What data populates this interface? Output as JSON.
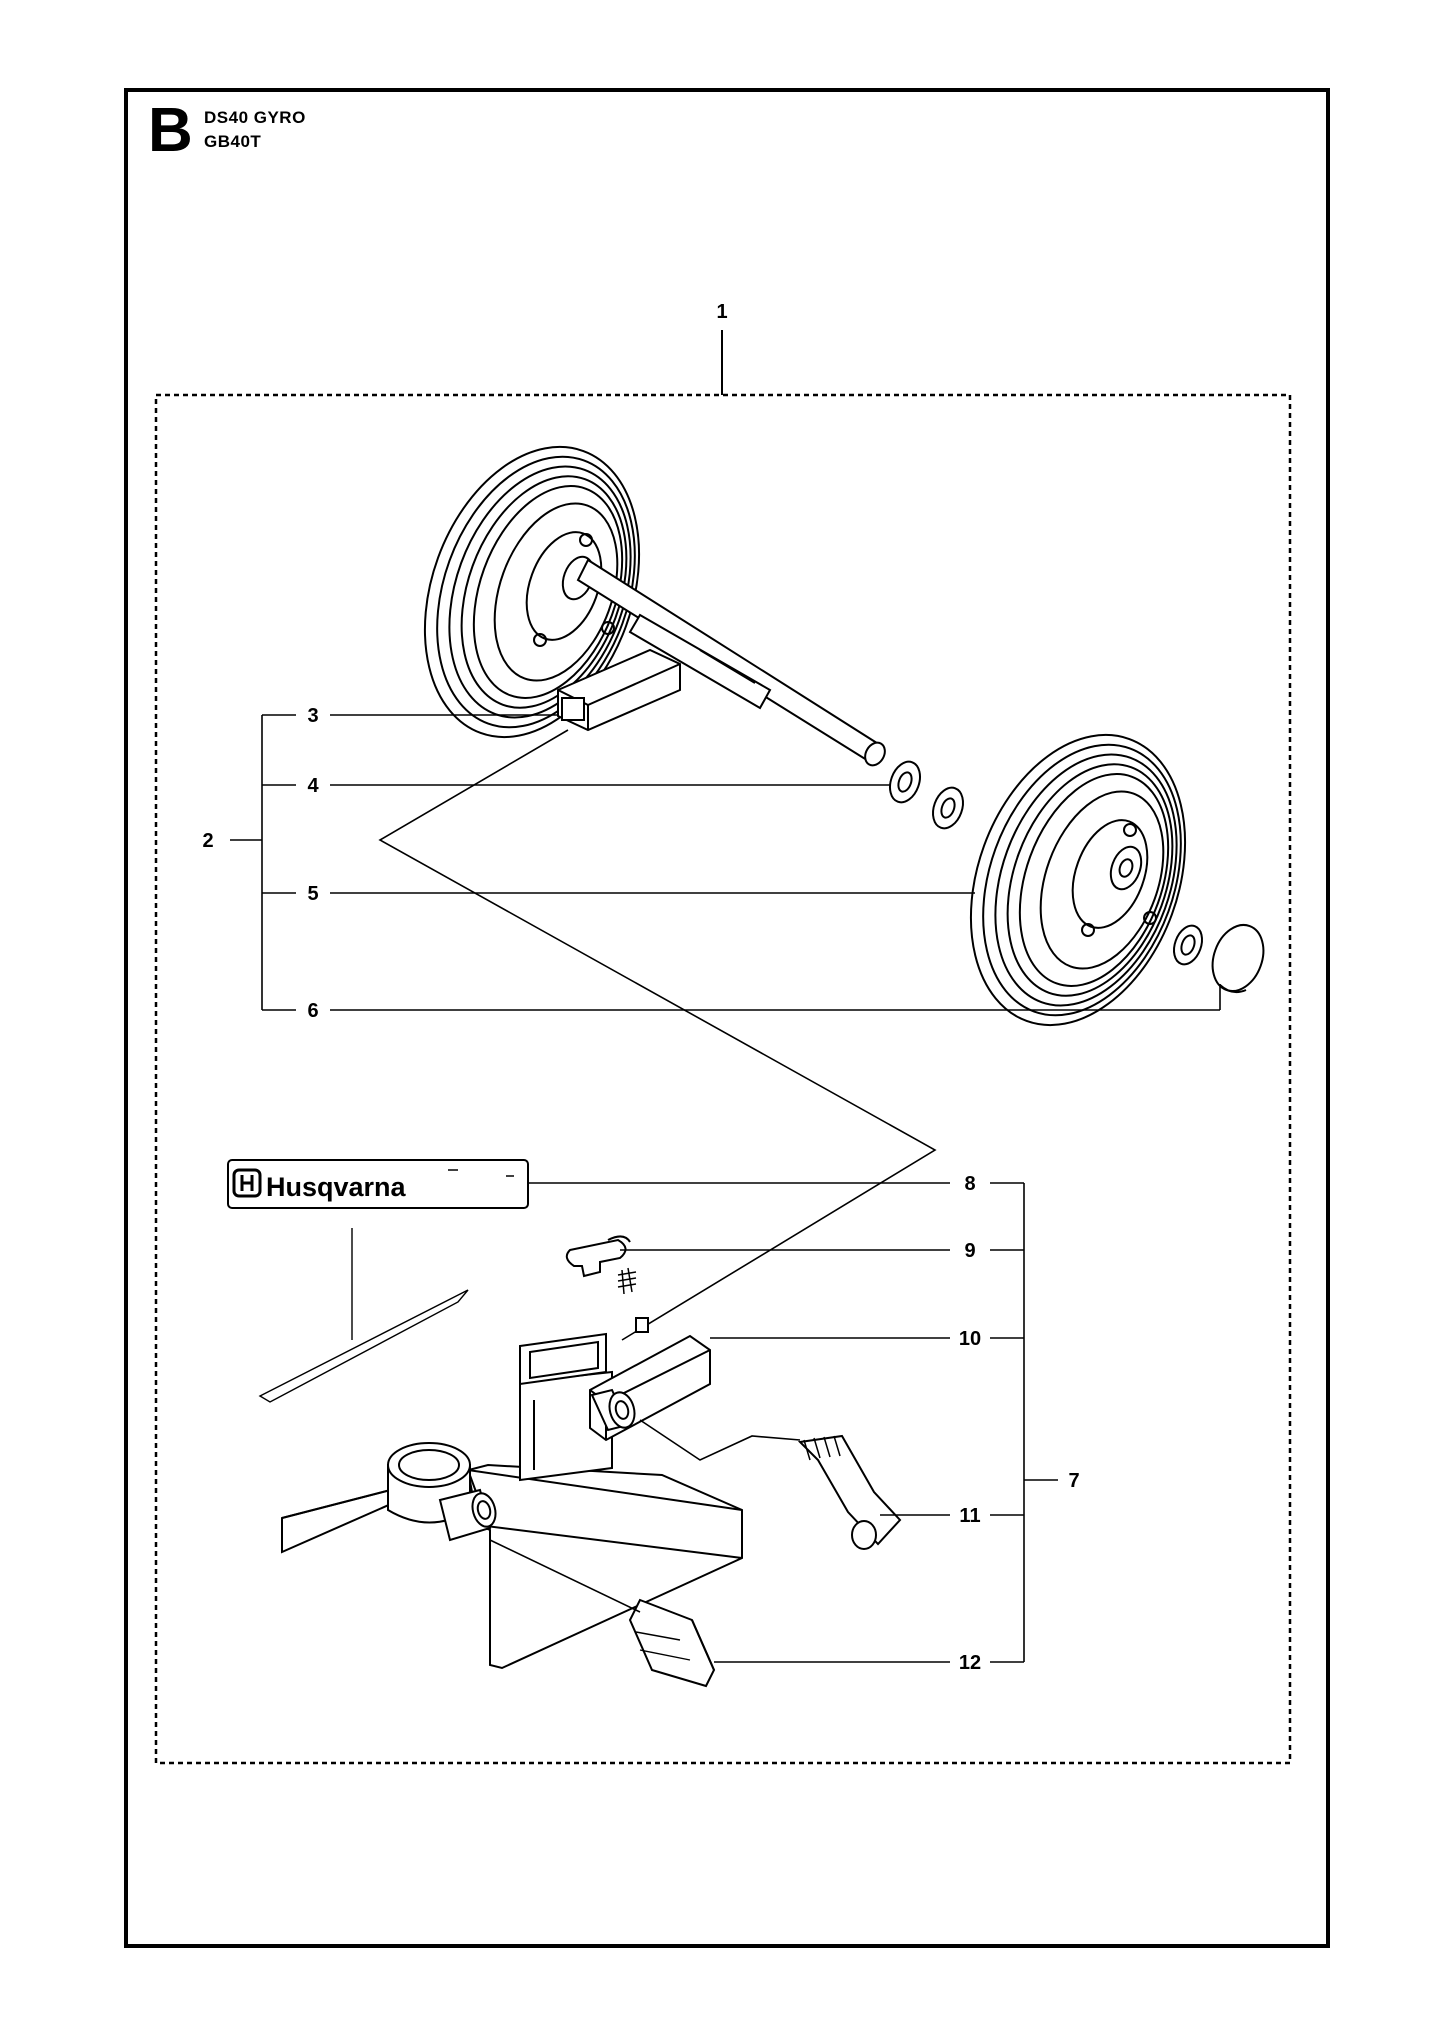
{
  "header": {
    "section_letter": "B",
    "models": [
      "DS40 GYRO",
      "GB40T"
    ]
  },
  "diagram": {
    "callouts": [
      "1",
      "2",
      "3",
      "4",
      "5",
      "6",
      "7",
      "8",
      "9",
      "10",
      "11",
      "12"
    ],
    "decal_brand": "Husqvarna"
  }
}
